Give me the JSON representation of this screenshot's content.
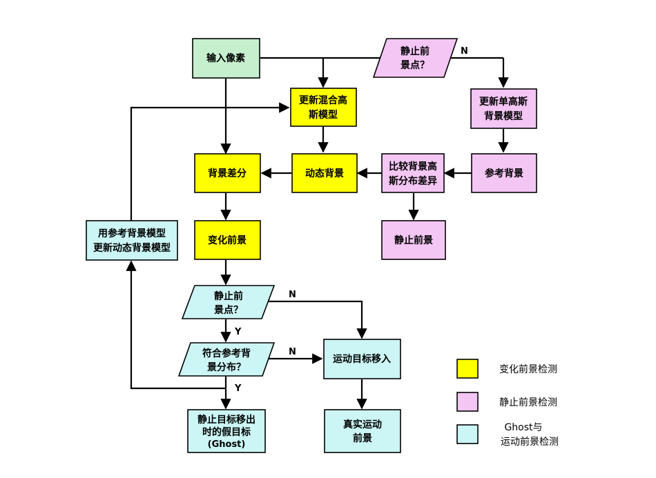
{
  "colors": {
    "green": "#c6efce",
    "yellow": "#ffff00",
    "pink": "#f4c6f4",
    "cyan": "#ccf5f5"
  },
  "nodes": {
    "input_pixel": "输入像素",
    "static_fg_decision_top": [
      "静止前",
      "景点？"
    ],
    "update_mixture": [
      "更新混合高",
      "斯模型"
    ],
    "update_single": [
      "更新单高斯",
      "背景模型"
    ],
    "bg_diff": "背景差分",
    "dynamic_bg": "动态背景",
    "compare_diff": [
      "比较背景高",
      "斯分布差异"
    ],
    "reference_bg": "参考背景",
    "update_with_ref": [
      "用参考背景模型",
      "更新动态背景模型"
    ],
    "changed_fg": "变化前景",
    "static_fg": "静止前景",
    "static_fg_decision_mid": [
      "静止前",
      "景点？"
    ],
    "match_ref_decision": [
      "符合参考背",
      "景分布？"
    ],
    "moving_in": "运动目标移入",
    "fake_target": [
      "静止目标移出",
      "时的假目标",
      "(Ghost)"
    ],
    "true_moving_fg": [
      "真实运动",
      "前景"
    ]
  },
  "edge_labels": {
    "top_n": "N",
    "mid_n": "N",
    "mid_y": "Y",
    "match_n": "N",
    "match_y": "Y"
  },
  "legend": {
    "yellow": "变化前景检测",
    "pink": "静止前景检测",
    "cyan": [
      "Ghost与",
      "运动前景检测"
    ]
  }
}
